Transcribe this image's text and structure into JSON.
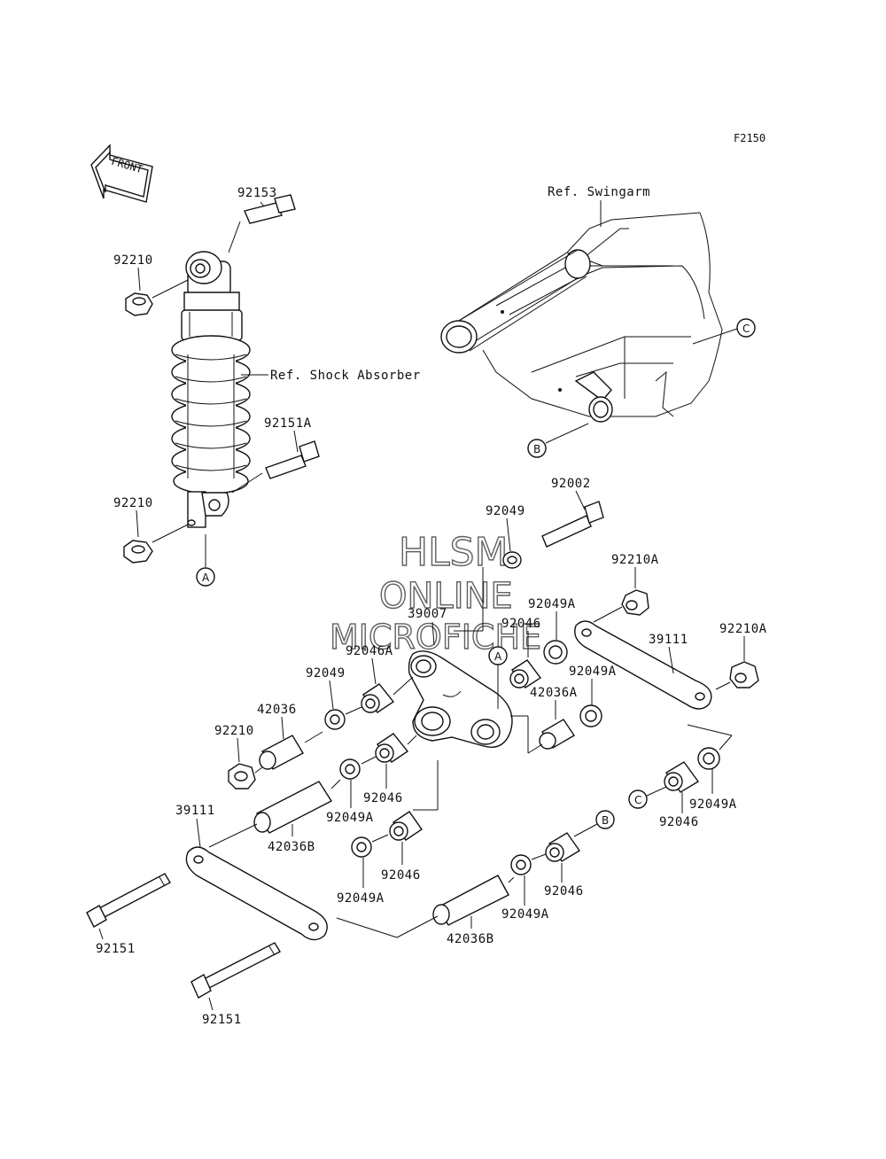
{
  "diagram_code": "F2150",
  "front_label": "FRONT",
  "references": {
    "swingarm": "Ref. Swingarm",
    "shock": "Ref. Shock Absorber"
  },
  "circle_markers": {
    "a": "A",
    "b": "B",
    "c": "C"
  },
  "watermark": {
    "line1": "HLSM",
    "line2": "ONLINE",
    "line3": "MICROFICHE"
  },
  "part_labels": {
    "p92153": "92153",
    "p92210_top": "92210",
    "p92151A": "92151A",
    "p92210_mid": "92210",
    "p92002": "92002",
    "p92049_top": "92049",
    "p92210A_1": "92210A",
    "p39007": "39007",
    "p92049A_1": "92049A",
    "p92046_1": "92046",
    "p39111_right": "39111",
    "p92210A_2": "92210A",
    "p92046A": "92046A",
    "p92049_left": "92049",
    "p92049A_2": "92049A",
    "p42036A": "42036A",
    "p42036": "42036",
    "p92210_low": "92210",
    "p92046_2": "92046",
    "p92049A_3": "92049A",
    "p92046_3": "92046",
    "p92049A_right": "92049A",
    "p39111_left": "39111",
    "p42036B_1": "42036B",
    "p92046_4": "92046",
    "p92049A_4": "92049A",
    "p92046_5": "92046",
    "p92049A_5": "92049A",
    "p42036B_2": "42036B",
    "p92151_1": "92151",
    "p92151_2": "92151"
  }
}
